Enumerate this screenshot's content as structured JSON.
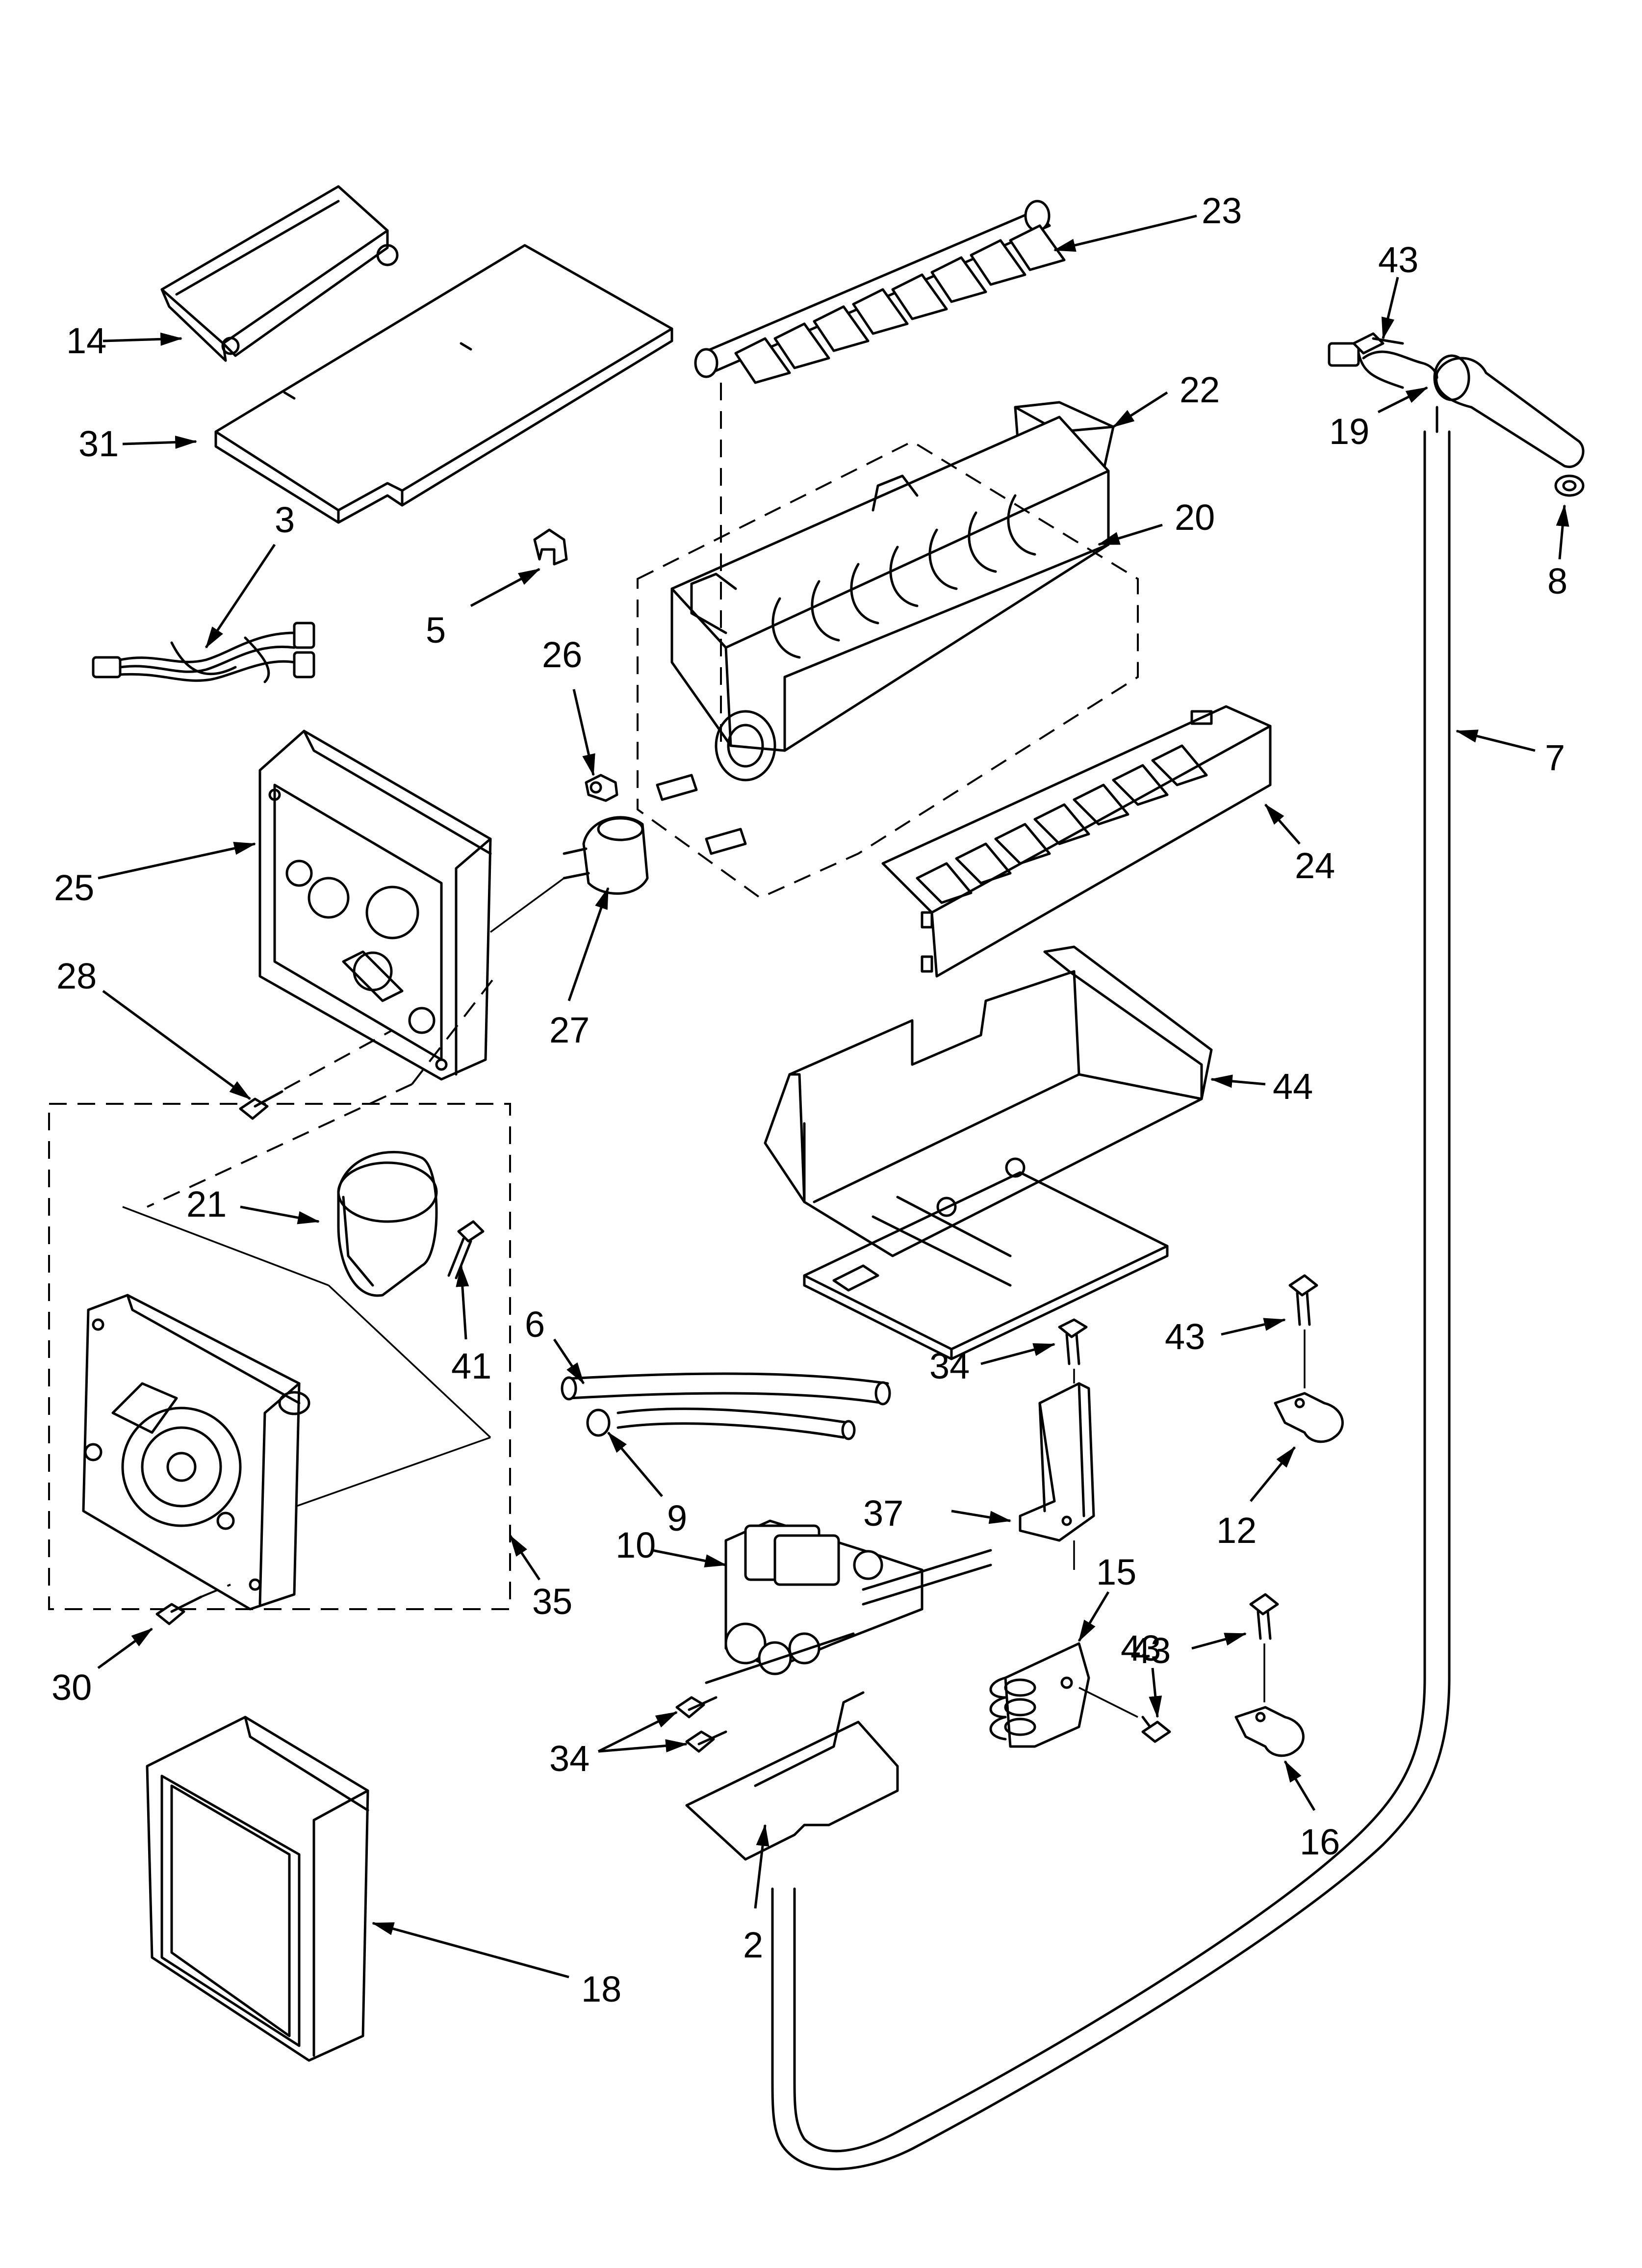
{
  "labels": {
    "p14": "14",
    "p31": "31",
    "p3": "3",
    "p5": "5",
    "p26": "26",
    "p25": "25",
    "p28": "28",
    "p27": "27",
    "p23": "23",
    "p22": "22",
    "p20": "20",
    "p24": "24",
    "p44": "44",
    "p43a": "43",
    "p19": "19",
    "p8": "8",
    "p7": "7",
    "p21": "21",
    "p41": "41",
    "p35": "35",
    "p30": "30",
    "p6": "6",
    "p9": "9",
    "p10": "10",
    "p34a": "34",
    "p37": "37",
    "p34b": "34",
    "p2": "2",
    "p15": "15",
    "p43b": "43",
    "p43c": "43",
    "p12": "12",
    "p43d": "43",
    "p16": "16",
    "p18": "18"
  },
  "colors": {
    "ink": "#000000",
    "paper": "#ffffff"
  }
}
